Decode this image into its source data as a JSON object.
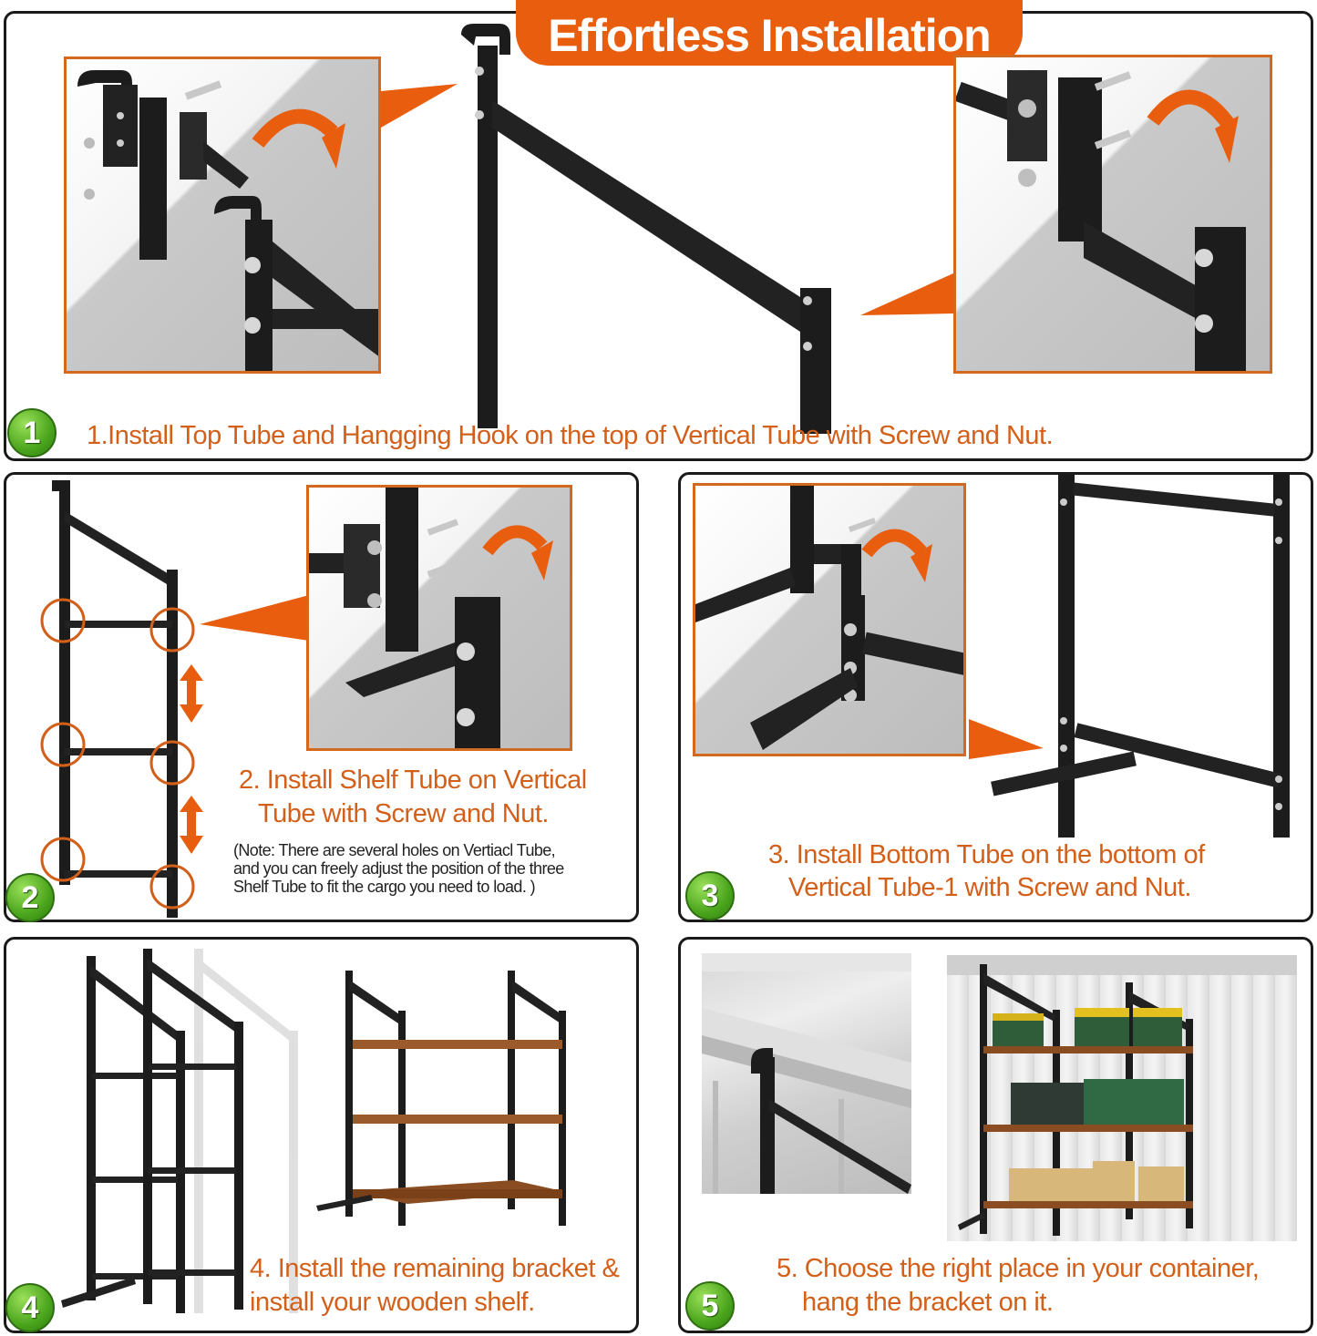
{
  "title": "Effortless Installation",
  "colors": {
    "accent": "#e85d0e",
    "caption": "#d2601a",
    "badge": "#4aa51c",
    "frame": "#1a1a1a"
  },
  "steps": [
    {
      "number": "1",
      "text": "1.Install Top Tube and Hangging Hook on the top of Vertical Tube with Screw and Nut."
    },
    {
      "number": "2",
      "line1": "2. Install Shelf Tube on Vertical",
      "line2": "Tube with Screw and Nut.",
      "note1": "(Note: There are several holes on Vertiacl Tube,",
      "note2": "and you can freely adjust the position of the three",
      "note3": "Shelf Tube to fit the cargo you need to load. )"
    },
    {
      "number": "3",
      "line1": "3. Install Bottom Tube on the bottom of",
      "line2": "Vertical Tube-1 with Screw and Nut."
    },
    {
      "number": "4",
      "line1": "4. Install the remaining bracket &",
      "line2": "install your wooden shelf."
    },
    {
      "number": "5",
      "line1": "5. Choose the right place in your container,",
      "line2": "hang the bracket on it."
    }
  ]
}
